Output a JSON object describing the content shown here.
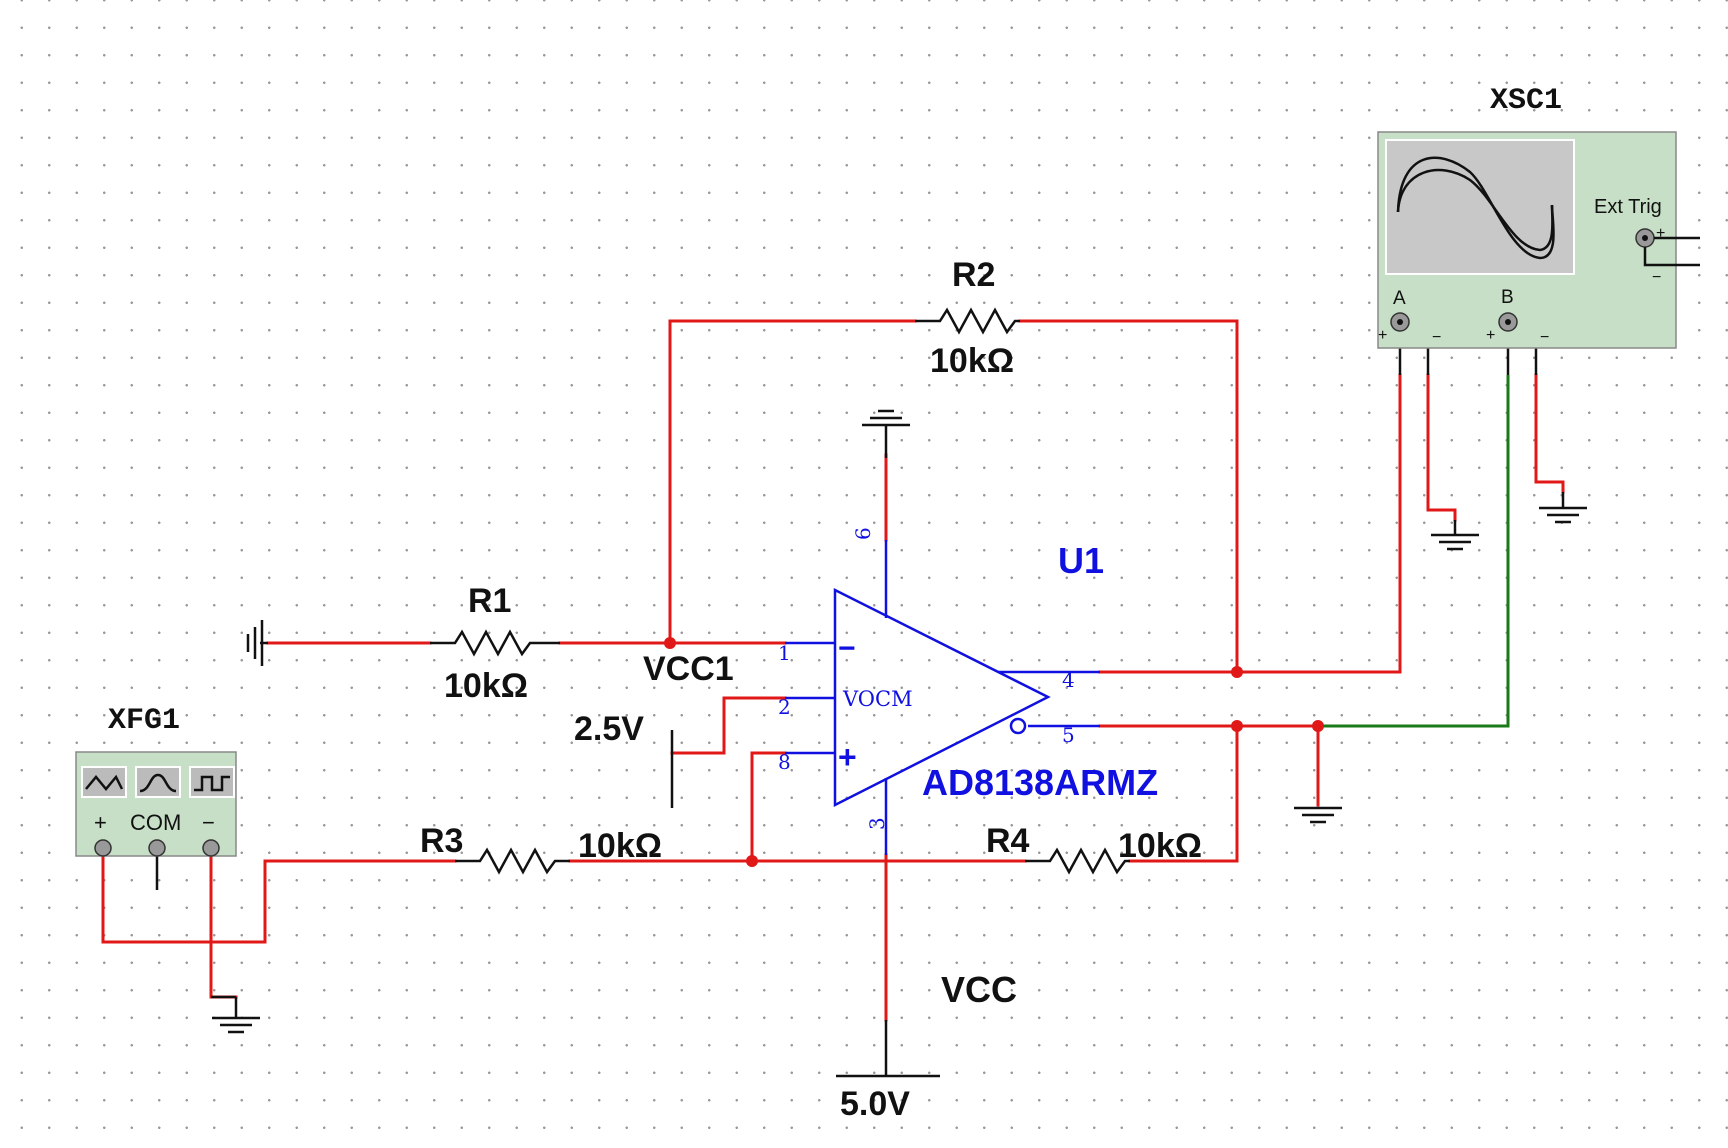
{
  "components": {
    "oscilloscope": {
      "refdes": "XSC1",
      "ext_trig_label": "Ext Trig",
      "channel_a_label": "A",
      "channel_b_label": "B",
      "plus_sign": "+",
      "minus_sign": "−"
    },
    "function_generator": {
      "refdes": "XFG1",
      "plus_label": "+",
      "com_label": "COM",
      "minus_label": "−"
    },
    "r1": {
      "refdes": "R1",
      "value": "10kΩ"
    },
    "r2": {
      "refdes": "R2",
      "value": "10kΩ"
    },
    "r3": {
      "refdes": "R3",
      "value": "10kΩ"
    },
    "r4": {
      "refdes": "R4",
      "value": "10kΩ"
    },
    "opamp": {
      "refdes": "U1",
      "part": "AD8138ARMZ",
      "vocm_label": "VOCM",
      "minus_sign": "−",
      "plus_sign": "+",
      "pins": {
        "p1": "1",
        "p2": "2",
        "p3": "3",
        "p4": "4",
        "p5": "5",
        "p6": "6",
        "p8": "8"
      }
    },
    "vcc1": {
      "refdes": "VCC1",
      "value": "2.5V"
    },
    "vcc": {
      "refdes": "VCC",
      "value": "5.0V"
    }
  },
  "colors": {
    "wire": "#e01818",
    "wire_channel_b": "#1a7a1a",
    "part_label": "#1010e0",
    "instrument_body": "#c6dfc6",
    "scope_screen": "#c8c8c8"
  }
}
